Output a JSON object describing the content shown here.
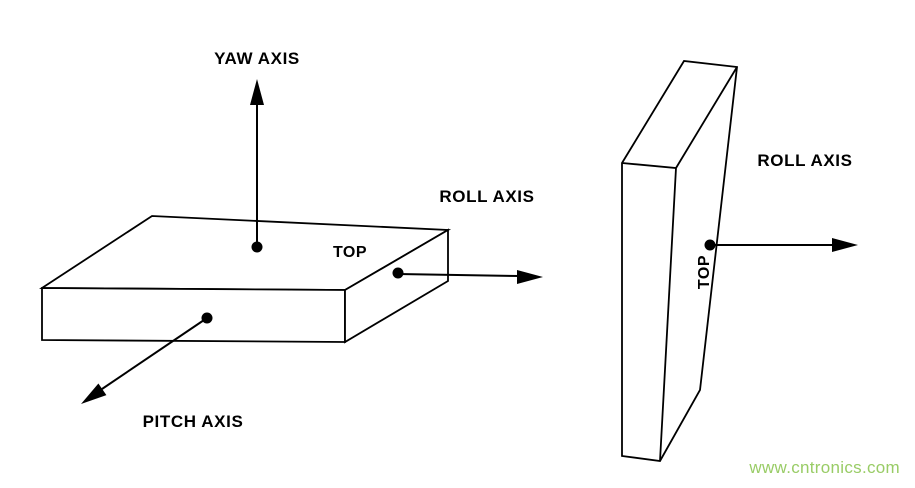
{
  "diagram": {
    "labels": {
      "yaw_axis": "YAW AXIS",
      "roll_axis_left": "ROLL AXIS",
      "pitch_axis": "PITCH AXIS",
      "top_left": "TOP",
      "roll_axis_right": "ROLL AXIS",
      "top_right": "TOP"
    },
    "watermark": "www.cntronics.com",
    "colors": {
      "line": "#000000",
      "background": "#ffffff",
      "watermark": "#99cc66"
    }
  }
}
